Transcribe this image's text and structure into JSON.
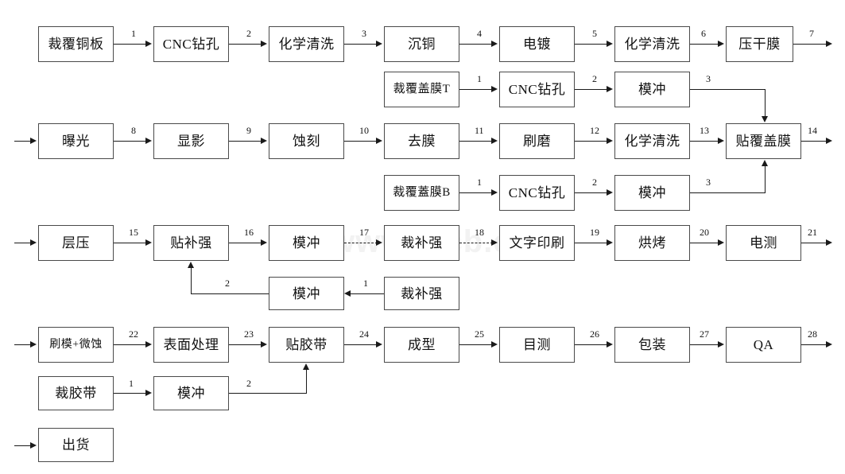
{
  "diagram": {
    "title": "FPC Manufacturing Process Flowchart",
    "watermark": "www.jpcb.cn",
    "colors": {
      "box_border": "#4a4a4a",
      "line": "#1a1a1a",
      "background": "#ffffff",
      "watermark": "#f2f2f2"
    }
  },
  "nodes": {
    "n1": "裁覆铜板",
    "n2": "CNC钻孔",
    "n3": "化学清洗",
    "n4": "沉铜",
    "n5": "电镀",
    "n6": "化学清洗",
    "n7": "压干膜",
    "n8": "裁覆盖膜T",
    "n9": "CNC钻孔",
    "n10": "模冲",
    "n11": "曝光",
    "n12": "显影",
    "n13": "蚀刻",
    "n14": "去膜",
    "n15": "刷磨",
    "n16": "化学清洗",
    "n17": "贴覆盖膜",
    "n18": "裁覆蓋膜B",
    "n19": "CNC钻孔",
    "n20": "模冲",
    "n21": "层压",
    "n22": "贴补强",
    "n23": "模冲",
    "n24": "裁补强",
    "n25": "文字印刷",
    "n26": "烘烤",
    "n27": "电测",
    "n28": "模冲",
    "n29": "裁补强",
    "n30": "刷模+微蚀",
    "n31": "表面处理",
    "n32": "贴胶带",
    "n33": "成型",
    "n34": "目测",
    "n35": "包装",
    "n36": "QA",
    "n37": "裁胶带",
    "n38": "模冲",
    "n39": "出货"
  },
  "edge_labels": {
    "e1": "1",
    "e2": "2",
    "e3": "3",
    "e4": "4",
    "e5": "5",
    "e6": "6",
    "e7": "7",
    "e8": "8",
    "e9": "9",
    "e10": "10",
    "e11": "11",
    "e12": "12",
    "e13": "13",
    "e14": "14",
    "e15": "15",
    "e16": "16",
    "e17": "17",
    "e18": "18",
    "e19": "19",
    "e20": "20",
    "e21": "21",
    "e22": "22",
    "e23": "23",
    "e24": "24",
    "e25": "25",
    "e26": "26",
    "e27": "27",
    "e28": "28",
    "ct1": "1",
    "ct2": "2",
    "ct3": "3",
    "cb1": "1",
    "cb2": "2",
    "cb3": "3",
    "r1": "1",
    "r2": "2",
    "t1": "1",
    "t2": "2"
  }
}
